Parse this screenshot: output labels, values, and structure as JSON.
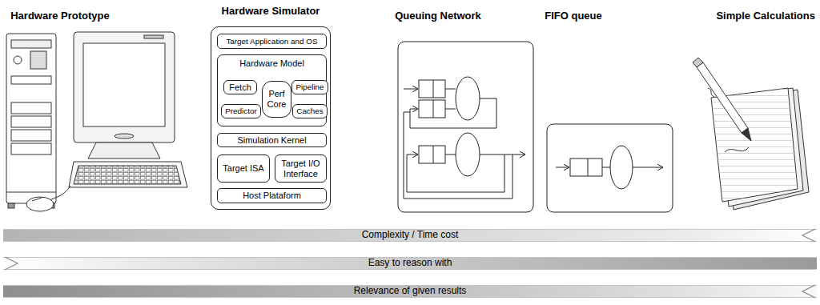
{
  "diagram": {
    "nodes": [
      {
        "text": [
          "Hardware Simulator"
        ]
      },
      {
        "text": [
          "Target Application and OS"
        ],
        "in": 0
      },
      {
        "text": [
          "Hardware Model"
        ],
        "in": 0
      },
      {
        "text": [
          "Fetch"
        ],
        "in": 2
      },
      {
        "text": [
          "Perf Core"
        ],
        "in": 2
      },
      {
        "text": [
          "Pipeline"
        ],
        "in": 2
      },
      {
        "text": [
          "Predictor"
        ],
        "in": 2
      },
      {
        "text": [
          "Caches"
        ],
        "in": 2
      },
      {
        "text": [
          "Simulation Kernel"
        ],
        "in": 0
      },
      {
        "text": [
          "Target ISA"
        ],
        "in": 0
      },
      {
        "text": [
          "Target I/O Interface"
        ],
        "in": 0
      },
      {
        "text": [
          "Host Plataform"
        ],
        "in": 0
      },
      {
        "text": [
          "Complexity / Time cost"
        ]
      },
      {
        "text": [
          "Easy to reason with"
        ]
      },
      {
        "text": [
          "Relevance of given results"
        ]
      }
    ],
    "labels": [
      "Hardware Prototype",
      "Queuing Network",
      "FIFO queue",
      "Simple Calculations"
    ]
  }
}
